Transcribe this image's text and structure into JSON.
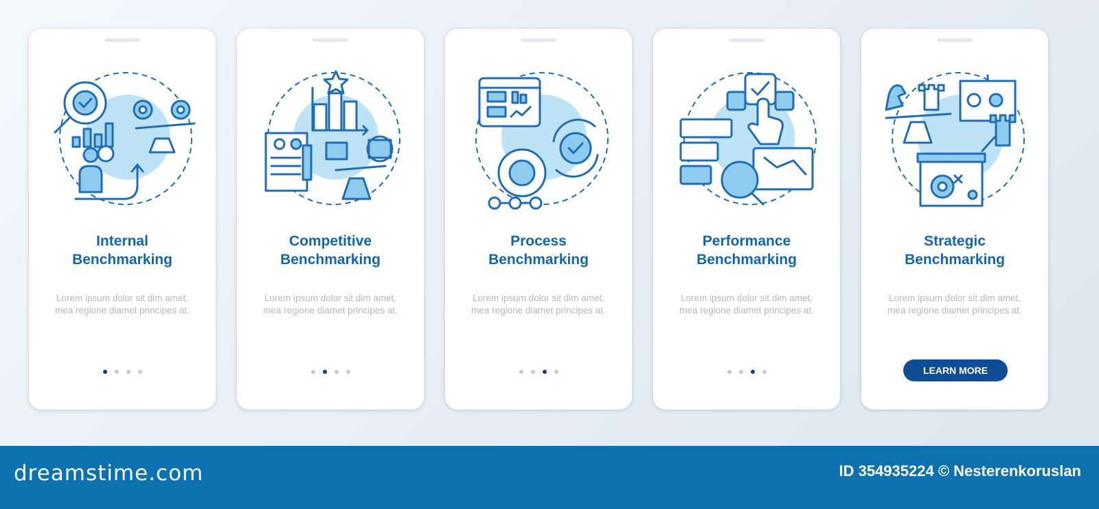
{
  "cards": [
    {
      "title_line1": "Internal",
      "title_line2": "Benchmarking",
      "description": "Lorem ipsum dolor sit dim amet, mea regione diamet principes at.",
      "illustration": "internal-benchmarking-illustration",
      "page_indicator": 1
    },
    {
      "title_line1": "Competitive",
      "title_line2": "Benchmarking",
      "description": "Lorem ipsum dolor sit dim amet, mea regione diamet principes at.",
      "illustration": "competitive-benchmarking-illustration",
      "page_indicator": 2
    },
    {
      "title_line1": "Process",
      "title_line2": "Benchmarking",
      "description": "Lorem ipsum dolor sit dim amet, mea regione diamet principes at.",
      "illustration": "process-benchmarking-illustration",
      "page_indicator": 3
    },
    {
      "title_line1": "Performance",
      "title_line2": "Benchmarking",
      "description": "Lorem ipsum dolor sit dim amet, mea regione diamet principes at.",
      "illustration": "performance-benchmarking-illustration",
      "page_indicator": 3
    },
    {
      "title_line1": "Strategic",
      "title_line2": "Benchmarking",
      "description": "Lorem ipsum dolor sit dim amet, mea regione diamet principes at.",
      "illustration": "strategic-benchmarking-illustration",
      "button_label": "LEARN MORE"
    }
  ],
  "pagination_total": 4,
  "footer": {
    "brand": "dreamstime.com",
    "credit": "ID 354935224 © Nesterenkoruslan"
  },
  "colors": {
    "accent": "#1366ad",
    "button": "#0f4e96",
    "footer": "#0b72af",
    "icon_fill": "#8ecbee",
    "dot_active": "#0f3f80"
  }
}
